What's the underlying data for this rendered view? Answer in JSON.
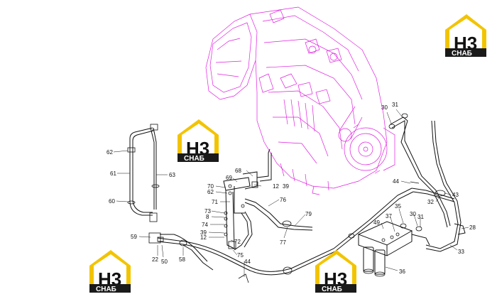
{
  "colors": {
    "engine": "#e020e0",
    "logo_yellow": "#f2c400",
    "logo_dark": "#1a1a1a",
    "lines": "#111111"
  },
  "logo": {
    "brand_top": "H3",
    "brand_bottom": "CHAБ"
  },
  "callouts": [
    {
      "id": "c62a",
      "label": "62"
    },
    {
      "id": "c61",
      "label": "61"
    },
    {
      "id": "c63",
      "label": "63"
    },
    {
      "id": "c60",
      "label": "60"
    },
    {
      "id": "c59",
      "label": "59"
    },
    {
      "id": "c22",
      "label": "22"
    },
    {
      "id": "c50",
      "label": "50"
    },
    {
      "id": "c58",
      "label": "58"
    },
    {
      "id": "c68",
      "label": "68"
    },
    {
      "id": "c69",
      "label": "69"
    },
    {
      "id": "c70",
      "label": "70"
    },
    {
      "id": "c62b",
      "label": "62"
    },
    {
      "id": "c71",
      "label": "71"
    },
    {
      "id": "c73",
      "label": "73"
    },
    {
      "id": "c8",
      "label": "8"
    },
    {
      "id": "c74",
      "label": "74"
    },
    {
      "id": "c39a",
      "label": "39"
    },
    {
      "id": "c12a",
      "label": "12"
    },
    {
      "id": "c72",
      "label": "72"
    },
    {
      "id": "c75",
      "label": "75"
    },
    {
      "id": "c44a",
      "label": "44"
    },
    {
      "id": "c12b",
      "label": "12"
    },
    {
      "id": "c39b",
      "label": "39"
    },
    {
      "id": "c76",
      "label": "76"
    },
    {
      "id": "c77",
      "label": "77"
    },
    {
      "id": "c79",
      "label": "79"
    },
    {
      "id": "c30a",
      "label": "30"
    },
    {
      "id": "c31a",
      "label": "31"
    },
    {
      "id": "c44b",
      "label": "44"
    },
    {
      "id": "c43",
      "label": "43"
    },
    {
      "id": "c32",
      "label": "32"
    },
    {
      "id": "c49",
      "label": "49"
    },
    {
      "id": "c37",
      "label": "37"
    },
    {
      "id": "c35",
      "label": "35"
    },
    {
      "id": "c30b",
      "label": "30"
    },
    {
      "id": "c31b",
      "label": "31"
    },
    {
      "id": "c28",
      "label": "28"
    },
    {
      "id": "c33",
      "label": "33"
    },
    {
      "id": "c36",
      "label": "36"
    }
  ]
}
